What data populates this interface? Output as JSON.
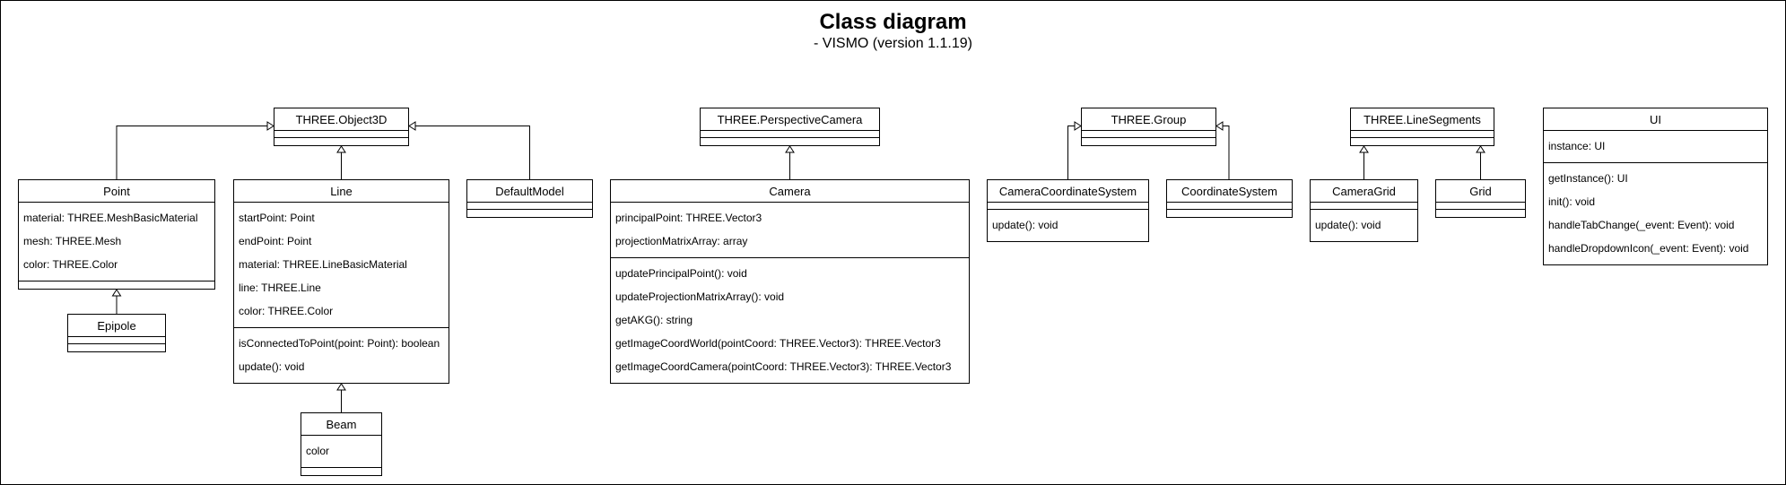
{
  "header": {
    "title": "Class diagram",
    "subtitle": "- VISMO (version 1.1.19)"
  },
  "classes": {
    "object3d": {
      "name": "THREE.Object3D",
      "attributes": [],
      "methods": []
    },
    "point": {
      "name": "Point",
      "attributes": [
        "material: THREE.MeshBasicMaterial",
        "mesh: THREE.Mesh",
        "color: THREE.Color"
      ],
      "methods": []
    },
    "line": {
      "name": "Line",
      "attributes": [
        "startPoint: Point",
        "endPoint: Point",
        "material: THREE.LineBasicMaterial",
        "line: THREE.Line",
        "color: THREE.Color"
      ],
      "methods": [
        "isConnectedToPoint(point: Point): boolean",
        "update(): void"
      ]
    },
    "defaultmodel": {
      "name": "DefaultModel",
      "attributes": [],
      "methods": []
    },
    "epipole": {
      "name": "Epipole",
      "attributes": [],
      "methods": []
    },
    "beam": {
      "name": "Beam",
      "attributes": [
        "color"
      ],
      "methods": []
    },
    "perspcam": {
      "name": "THREE.PerspectiveCamera",
      "attributes": [],
      "methods": []
    },
    "camera": {
      "name": "Camera",
      "attributes": [
        "principalPoint: THREE.Vector3",
        "projectionMatrixArray: array"
      ],
      "methods": [
        "updatePrincipalPoint(): void",
        "updateProjectionMatrixArray(): void",
        "getAKG(): string",
        "getImageCoordWorld(pointCoord: THREE.Vector3): THREE.Vector3",
        "getImageCoordCamera(pointCoord: THREE.Vector3): THREE.Vector3"
      ]
    },
    "group": {
      "name": "THREE.Group",
      "attributes": [],
      "methods": []
    },
    "camcoordsys": {
      "name": "CameraCoordinateSystem",
      "attributes": [],
      "methods": [
        "update(): void"
      ]
    },
    "coordsys": {
      "name": "CoordinateSystem",
      "attributes": [],
      "methods": []
    },
    "linesegments": {
      "name": "THREE.LineSegments",
      "attributes": [],
      "methods": []
    },
    "cameragrid": {
      "name": "CameraGrid",
      "attributes": [],
      "methods": [
        "update(): void"
      ]
    },
    "grid": {
      "name": "Grid",
      "attributes": [],
      "methods": []
    },
    "ui": {
      "name": "UI",
      "attributes": [
        "instance: UI"
      ],
      "methods": [
        "getInstance(): UI",
        "init(): void",
        "handleTabChange(_event: Event): void",
        "handleDropdownIcon(_event: Event): void"
      ]
    }
  },
  "relations": [
    {
      "from": "point",
      "to": "object3d",
      "kind": "generalization"
    },
    {
      "from": "line",
      "to": "object3d",
      "kind": "generalization"
    },
    {
      "from": "defaultmodel",
      "to": "object3d",
      "kind": "generalization"
    },
    {
      "from": "epipole",
      "to": "point",
      "kind": "generalization"
    },
    {
      "from": "beam",
      "to": "line",
      "kind": "generalization"
    },
    {
      "from": "camera",
      "to": "perspcam",
      "kind": "generalization"
    },
    {
      "from": "camcoordsys",
      "to": "group",
      "kind": "generalization"
    },
    {
      "from": "coordsys",
      "to": "group",
      "kind": "generalization"
    },
    {
      "from": "cameragrid",
      "to": "linesegments",
      "kind": "generalization"
    },
    {
      "from": "grid",
      "to": "linesegments",
      "kind": "generalization"
    }
  ]
}
